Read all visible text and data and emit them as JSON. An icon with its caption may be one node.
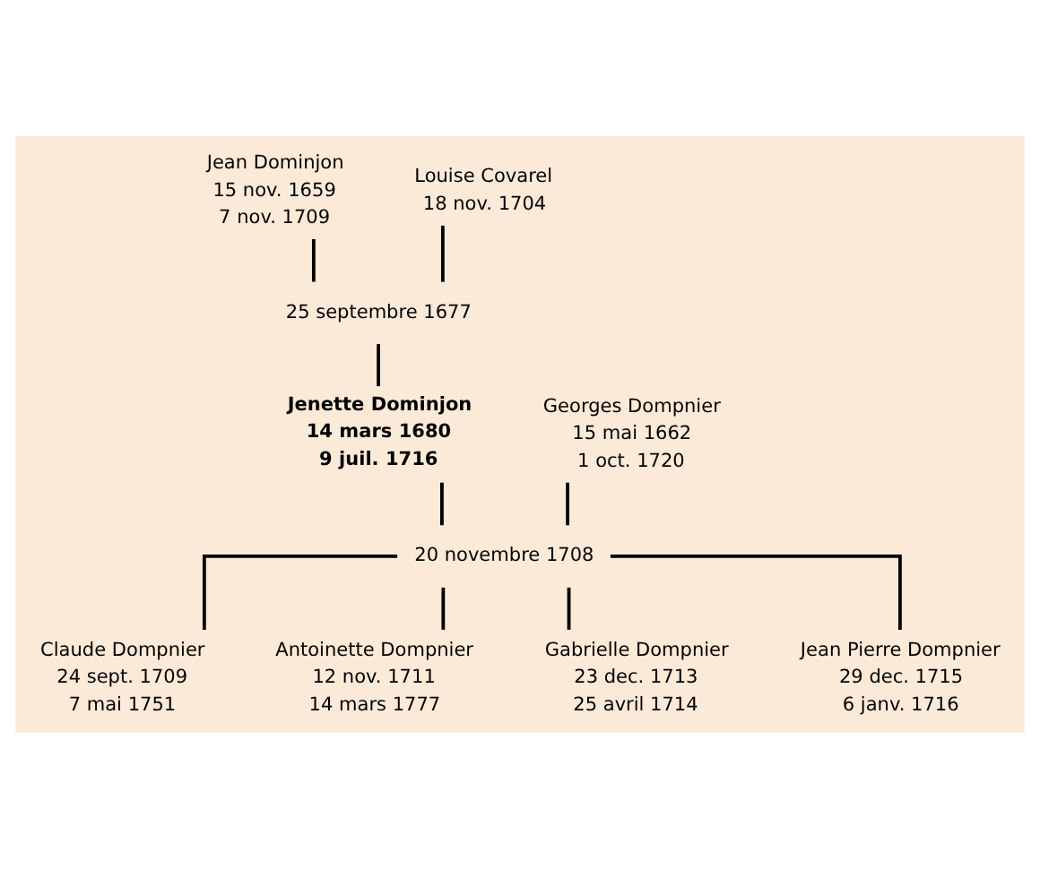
{
  "diagram": {
    "nodes": [
      {
        "text": [
          "Jean Dominjon",
          "15 nov. 1659",
          "7 nov. 1709"
        ]
      },
      {
        "text": [
          "Louise Covarel",
          "18 nov. 1704"
        ]
      },
      {
        "text": [
          "25 septembre 1677"
        ]
      },
      {
        "text": [
          "Georges Dompnier",
          "15 mai 1662",
          "1 oct. 1720"
        ]
      },
      {
        "text": [
          "Jenette Dominjon",
          "14 mars 1680",
          "9 juil. 1716"
        ]
      },
      {
        "text": [
          "20 novembre 1708"
        ]
      },
      {
        "text": [
          "Claude Dompnier",
          "24 sept. 1709",
          "7 mai 1751"
        ]
      },
      {
        "text": [
          "Antoinette Dompnier",
          "12 nov. 1711",
          "14 mars 1777"
        ]
      },
      {
        "text": [
          "Gabrielle Dompnier",
          "23 dec. 1713",
          "25 avril 1714"
        ]
      },
      {
        "text": [
          "Jean Pierre Dompnier",
          "29 dec. 1715",
          "6 janv. 1716"
        ]
      }
    ],
    "edges": [
      {
        "from": 0,
        "to": 2,
        "arrow": "none"
      },
      {
        "from": 1,
        "to": 2,
        "arrow": "none"
      },
      {
        "from": 2,
        "to": 4,
        "arrow": "none"
      },
      {
        "from": 3,
        "to": 5,
        "arrow": "none"
      },
      {
        "from": 4,
        "to": 5,
        "arrow": "none"
      },
      {
        "from": 5,
        "to": 6,
        "arrow": "none"
      },
      {
        "from": 5,
        "to": 7,
        "arrow": "none"
      },
      {
        "from": 5,
        "to": 8,
        "arrow": "none"
      },
      {
        "from": 5,
        "to": 9,
        "arrow": "none"
      }
    ]
  }
}
